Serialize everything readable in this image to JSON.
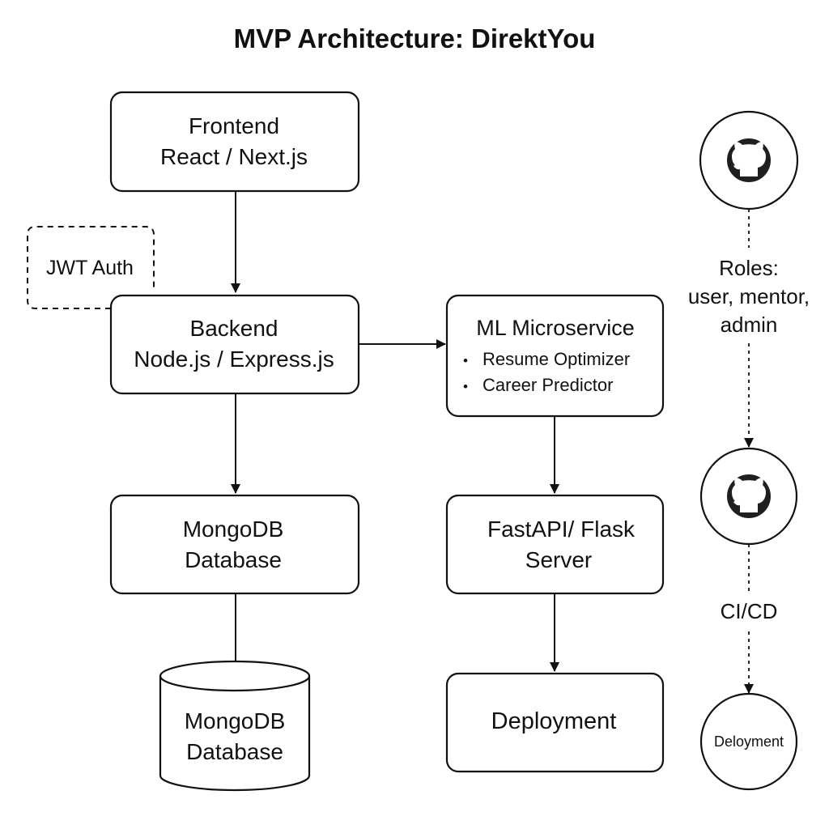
{
  "title": "MVP Architecture: DirektYou",
  "nodes": {
    "frontend": {
      "line1": "Frontend",
      "line2": "React / Next.js"
    },
    "backend": {
      "line1": "Backend",
      "line2": "Node.js / Express.js"
    },
    "mongodb": {
      "line1": "MongoDB",
      "line2": "Database"
    },
    "mongodb_store": {
      "line1": "MongoDB",
      "line2": "Database"
    },
    "ml_service": {
      "title": "ML Microservice",
      "items": [
        "Resume Optimizer",
        "Career Predictor"
      ]
    },
    "fastapi": {
      "line1": "FastAPI/ Flask",
      "line2": "Server"
    },
    "deployment": {
      "label": "Deployment"
    }
  },
  "annotations": {
    "jwt_auth": "JWT Auth",
    "roles": {
      "line1": "Roles:",
      "line2": "user, mentor,",
      "line3": "admin"
    },
    "cicd": "CI/CD",
    "deploy_circle": "Deloyment"
  },
  "icons": [
    "github-icon",
    "github-icon"
  ],
  "colors": {
    "stroke": "#111111",
    "icon_fill": "#1f1f1f",
    "background": "#ffffff"
  }
}
